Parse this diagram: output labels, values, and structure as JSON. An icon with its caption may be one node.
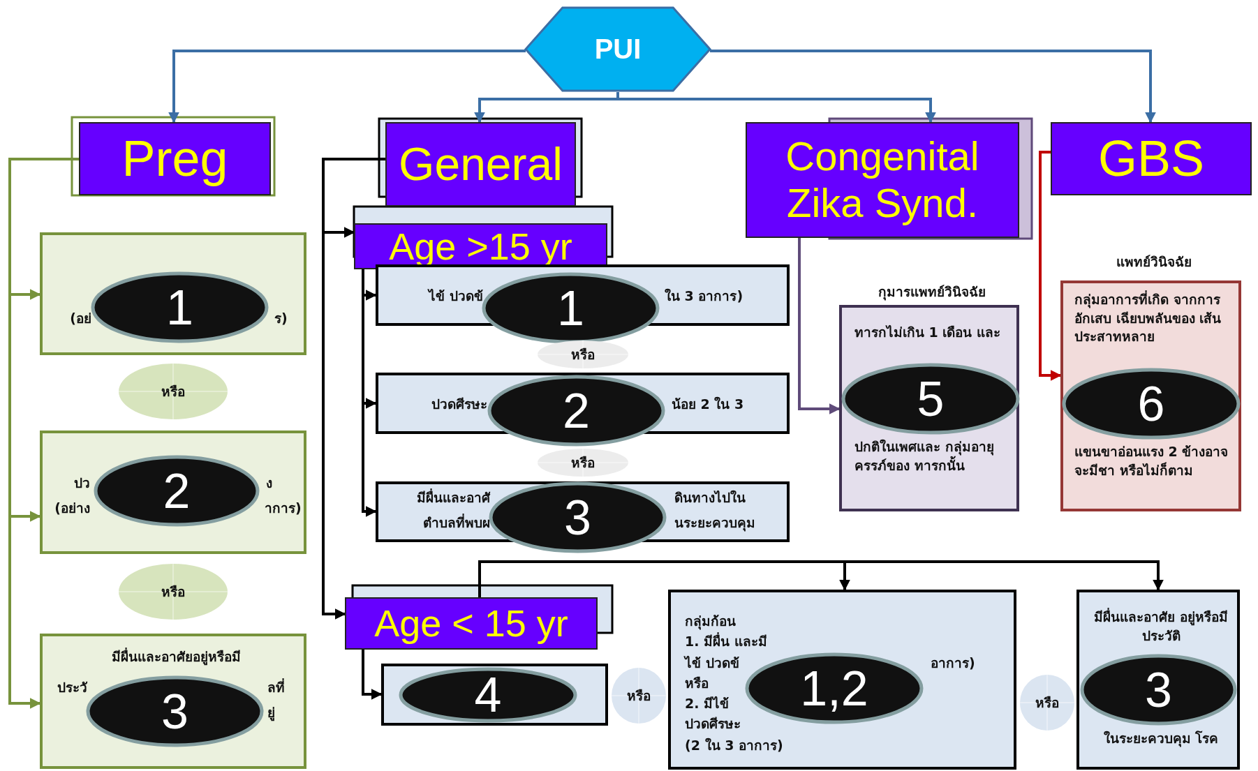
{
  "diagram": {
    "nodes": [
      {
        "text": [
          "PUI"
        ]
      },
      {
        "text": [
          "Preg"
        ]
      },
      {
        "text": [
          "General"
        ]
      },
      {
        "text": [
          "Congenital Zika Synd."
        ]
      },
      {
        "text": [
          "GBS"
        ]
      },
      {
        "text": [
          "(อย่",
          "ร)"
        ]
      },
      {
        "text": [
          "1"
        ],
        "in": 5
      },
      {
        "text": [
          "หรือ"
        ]
      },
      {
        "text": [
          "ปว",
          "ง",
          "(อย่าง",
          "าการ)"
        ]
      },
      {
        "text": [
          "2"
        ],
        "in": 8
      },
      {
        "text": [
          "หรือ"
        ]
      },
      {
        "text": [
          "มีผื่นและอาศัยอยู่หรือมี",
          "ประวั",
          "ลที่",
          "ยู่"
        ]
      },
      {
        "text": [
          "3"
        ],
        "in": 11
      },
      {
        "text": [
          "Age >15 yr"
        ]
      },
      {
        "text": [
          "ไข้ ปวดข้",
          "ใน 3 อาการ)"
        ]
      },
      {
        "text": [
          "1"
        ]
      },
      {
        "text": [
          "หรือ"
        ]
      },
      {
        "text": [
          "ปวดศีรษะ",
          "น้อย 2 ใน 3"
        ]
      },
      {
        "text": [
          "2"
        ]
      },
      {
        "text": [
          "หรือ"
        ]
      },
      {
        "text": [
          "มีผื่นและอาศั",
          "ดินทางไปใน",
          "ตำบลที่พบผ",
          "นระยะควบคุม"
        ]
      },
      {
        "text": [
          "3"
        ]
      },
      {
        "text": [
          "ทารกไม่เกิน 1 เดือน และ",
          "ปกติในเพศและ กลุ่มอายุครรภ์ของ ทารกนั้น"
        ],
        "beside": [
          "กุมารแพทย์วินิจฉัย"
        ]
      },
      {
        "text": [
          "5"
        ],
        "in": 22
      },
      {
        "text": [
          "กลุ่มอาการที่เกิด จากการอักเสบ เฉียบพลันของ เส้นประสาทหลาย",
          "แขนขาอ่อนแรง 2 ข้างอาจจะมีชา หรือไม่ก็ตาม"
        ],
        "beside": [
          "แพทย์วินิจฉัย"
        ]
      },
      {
        "text": [
          "6"
        ],
        "in": 24
      },
      {
        "text": [
          "Age < 15 yr"
        ]
      },
      {
        "text": [],
        "shape": "box"
      },
      {
        "text": [
          "4"
        ],
        "in": 27
      },
      {
        "text": [
          "หรือ"
        ]
      },
      {
        "text": [
          "กลุ่มก้อน",
          "1. มีผื่น และมี",
          "ไข้ ปวดข้",
          "อาการ)",
          "หรือ",
          "2. มีไข้",
          "ปวดศีรษะ",
          "(2 ใน 3 อาการ)"
        ]
      },
      {
        "text": [
          "1,2"
        ],
        "in": 30
      },
      {
        "text": [
          "หรือ"
        ]
      },
      {
        "text": [
          "มีผื่นและอาศัย อยู่หรือมีประวัติ",
          "ในระยะควบคุม โรค"
        ]
      },
      {
        "text": [
          "3"
        ],
        "in": 33
      }
    ],
    "edges": [
      {
        "from": 0,
        "to": 1,
        "arrow": "to",
        "color": "#3b6ea5"
      },
      {
        "from": 0,
        "to": 2,
        "arrow": "to",
        "color": "#3b6ea5"
      },
      {
        "from": 0,
        "to": 3,
        "arrow": "to",
        "color": "#3b6ea5"
      },
      {
        "from": 0,
        "to": 4,
        "arrow": "to",
        "color": "#3b6ea5"
      },
      {
        "from": 1,
        "to": 5,
        "arrow": "to",
        "color": "#77933c"
      },
      {
        "from": 1,
        "to": 8,
        "arrow": "to",
        "color": "#77933c"
      },
      {
        "from": 1,
        "to": 11,
        "arrow": "to",
        "color": "#77933c"
      },
      {
        "from": 2,
        "to": 13,
        "arrow": "to"
      },
      {
        "from": 2,
        "to": 26,
        "arrow": "to"
      },
      {
        "from": 13,
        "to": 14,
        "arrow": "to"
      },
      {
        "from": 13,
        "to": 17,
        "arrow": "to"
      },
      {
        "from": 13,
        "to": 20,
        "arrow": "to"
      },
      {
        "from": 3,
        "to": 22,
        "arrow": "to",
        "color": "#5f4b7a"
      },
      {
        "from": 4,
        "to": 24,
        "arrow": "to",
        "color": "#c00000"
      },
      {
        "from": 26,
        "to": 27,
        "arrow": "to"
      },
      {
        "from": 26,
        "to": 30,
        "arrow": "to"
      },
      {
        "from": 26,
        "to": 33,
        "arrow": "to"
      }
    ]
  }
}
